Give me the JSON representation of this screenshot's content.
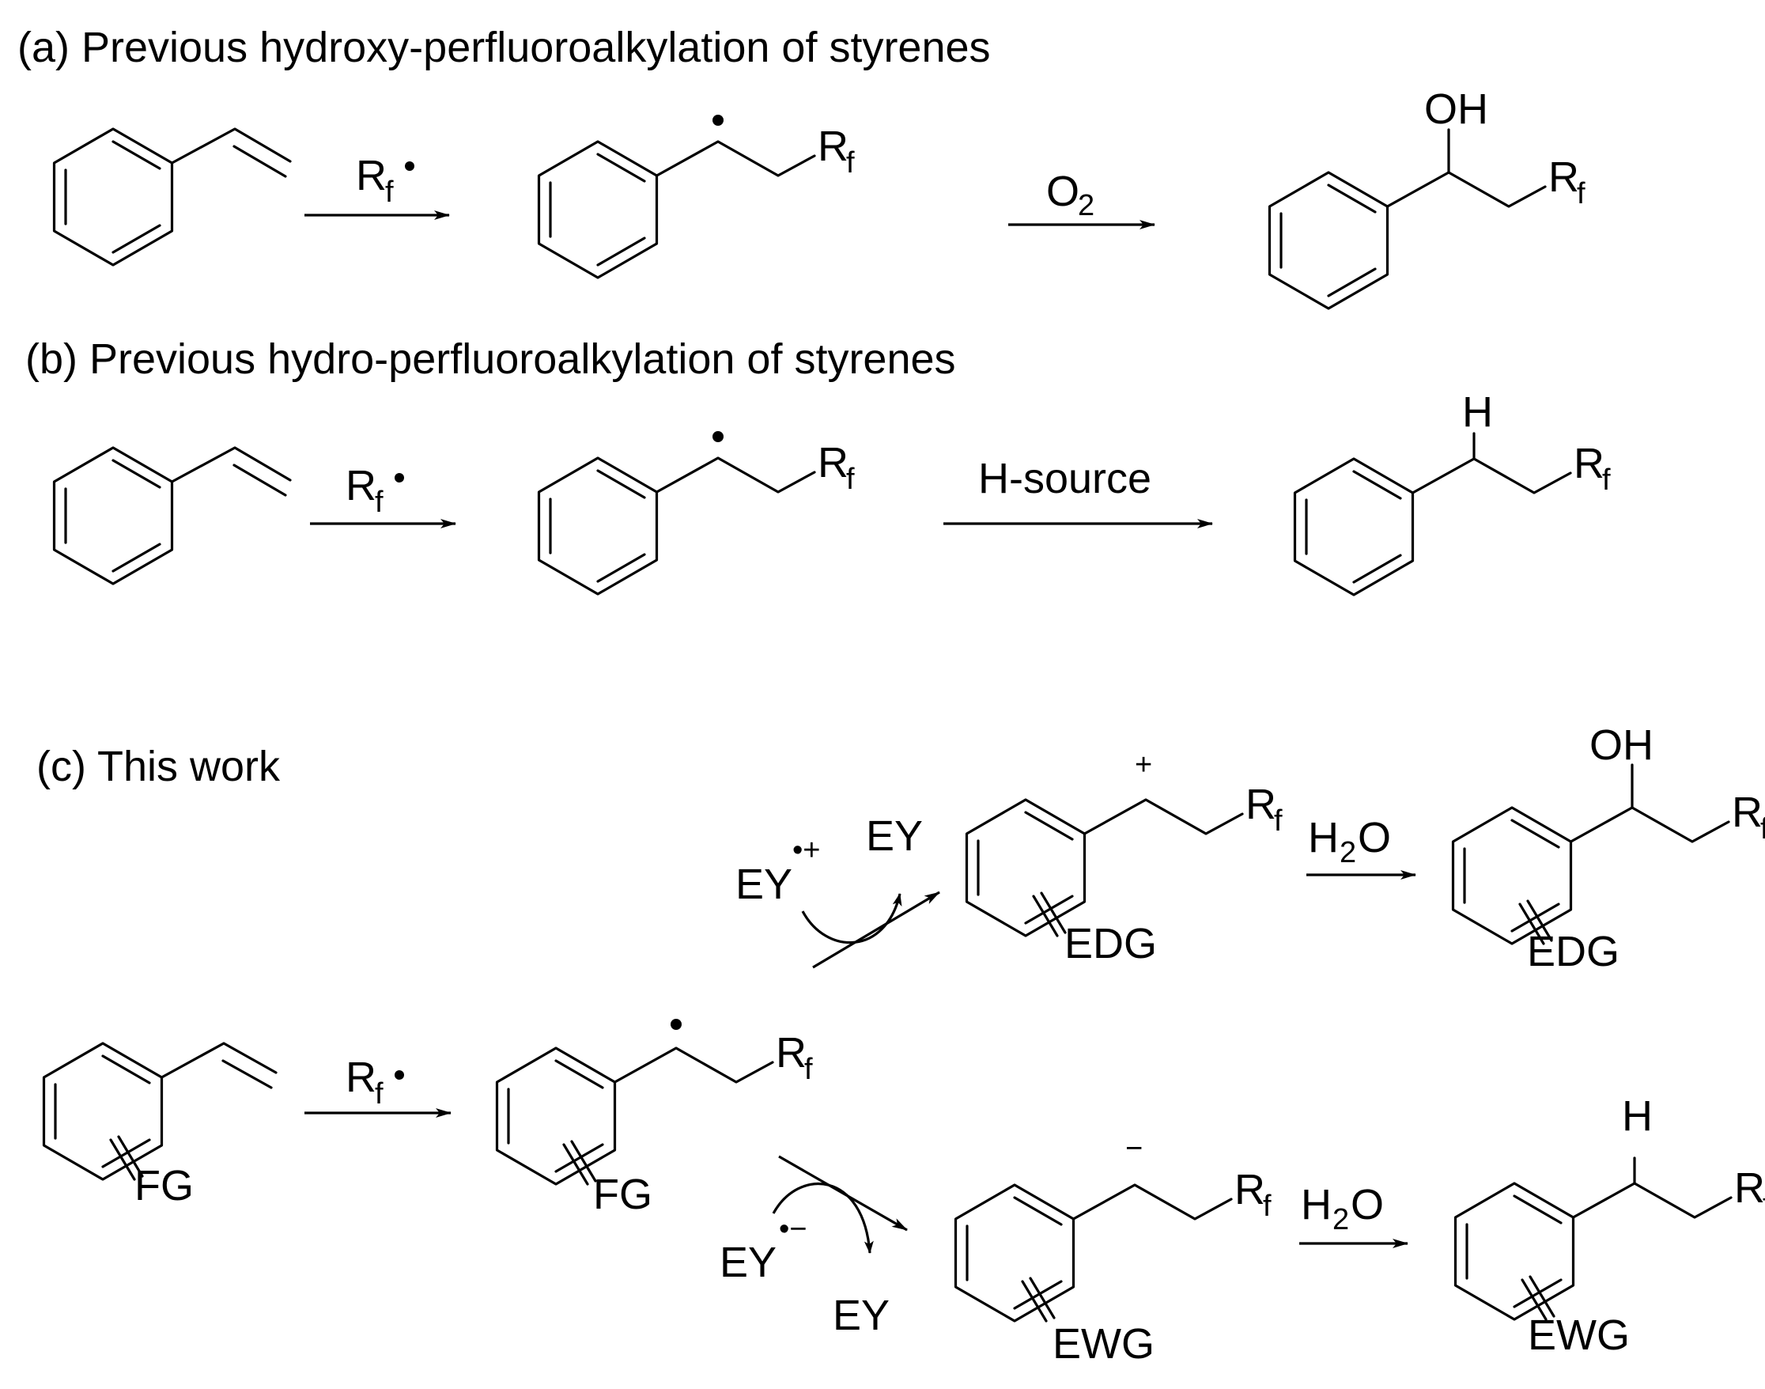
{
  "headings": {
    "a": "(a) Previous hydroxy-perfluoroalkylation of styrenes",
    "b": "(b) Previous hydro-perfluoroalkylation of styrenes",
    "c": "(c) This work"
  },
  "labels": {
    "rf_main": "R",
    "rf_sub": "f",
    "o2_main": "O",
    "o2_sub": "2",
    "h2o_h": "H",
    "h2o_sub": "2",
    "h2o_o": "O",
    "oh": "OH",
    "h": "H",
    "h_source": "H-source",
    "plus": "+",
    "minus": "−",
    "ey": "EY",
    "radical_cation_sup": "•+",
    "radical_anion_sup": "•−",
    "fg": "FG",
    "edg": "EDG",
    "ewg": "EWG",
    "radical_dot": "•"
  }
}
